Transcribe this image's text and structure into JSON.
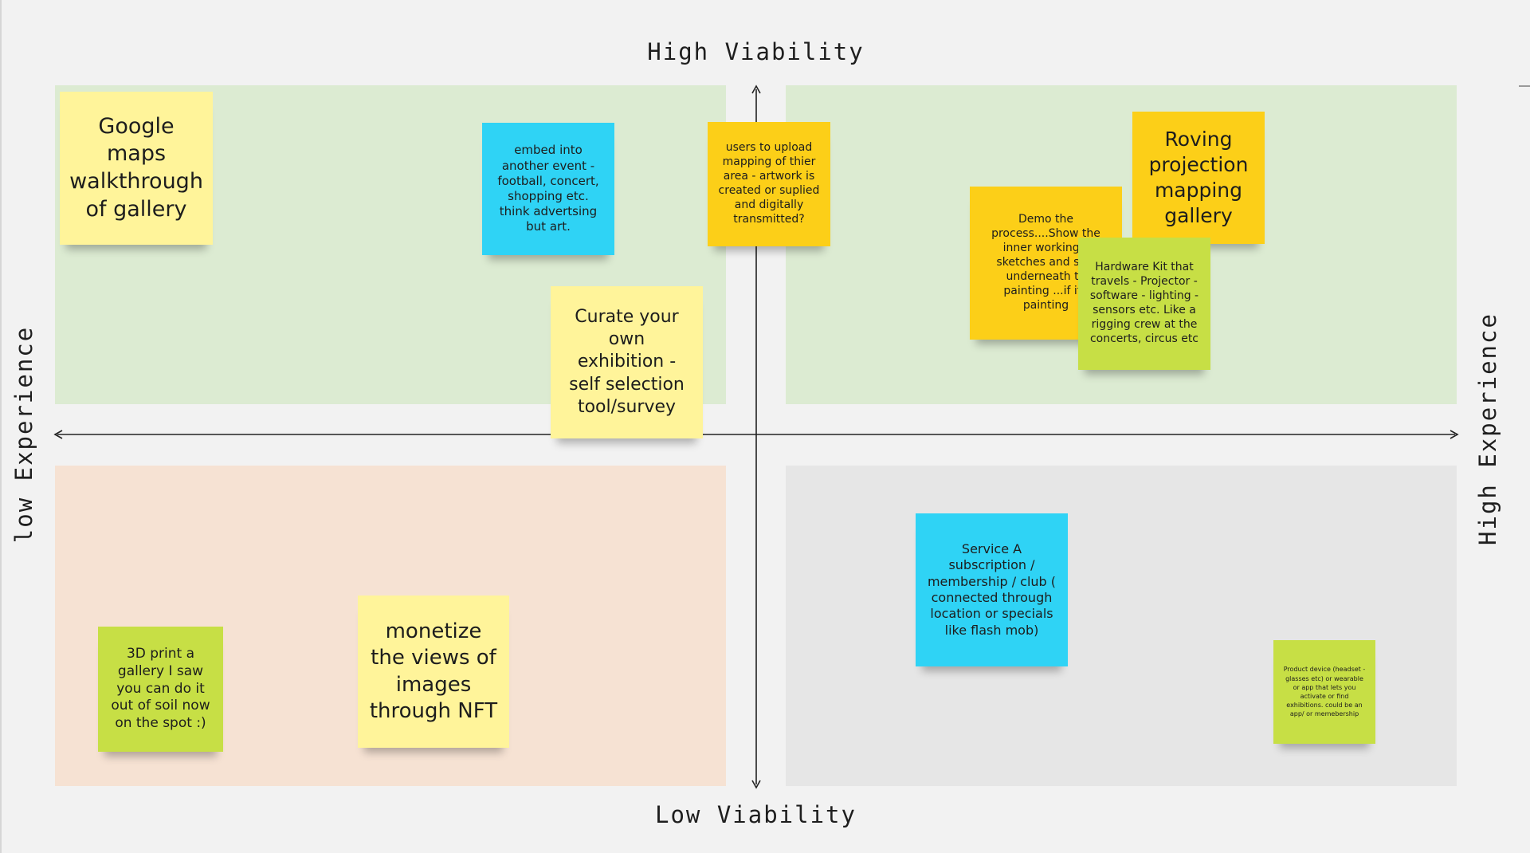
{
  "axes": {
    "top": "High Viability",
    "bottom": "Low Viability",
    "left": "low Experience",
    "right": "High Experience"
  },
  "colors": {
    "quadrant_top": "#dcebd2",
    "quadrant_bottom_left": "#f6e2d3",
    "quadrant_bottom_right": "#e6e6e6",
    "note_yellow": "#fff49a",
    "note_orange": "#fccf18",
    "note_cyan": "#2fd3f5",
    "note_lime": "#c7df45"
  },
  "notes": {
    "google_maps": "Google maps walkthrough of gallery",
    "embed_event": "embed into another event - football, concert, shopping etc. think advertsing but art.",
    "users_upload": "users to upload mapping of thier area - artwork is created or suplied and digitally transmitted?",
    "curate": "Curate your own exhibition - self selection tool/survey",
    "demo_process": "Demo the process....Show the inner workings, sketches and skel underneath th painting ...if it i painting",
    "roving": "Roving projection mapping gallery",
    "hardware_kit": "Hardware  Kit that travels - Projector - software - lighting  - sensors etc. Like a rigging crew at the concerts, circus etc",
    "print_3d": "3D print a gallery  I saw you can do it out of soil now on the spot :)",
    "monetize": "monetize the views of images through NFT",
    "service": "Service A subscription / membership / club ( connected through location or specials like flash mob)",
    "product": "Product device (headset - glasses etc) or wearable or app that lets you activate or find exhibitions. could be an app/ or memebership"
  }
}
